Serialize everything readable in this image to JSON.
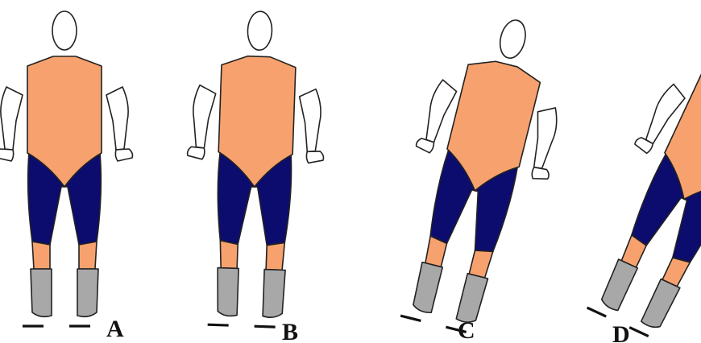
{
  "figure": {
    "colors": {
      "torso": "#F7A26E",
      "shorts": "#0C0C6E",
      "shin": "#F7A26E",
      "boot": "#A8A8A8",
      "head_arms": "#FFFFFF",
      "outline": "#222222",
      "blade": "#111111"
    },
    "postures": [
      {
        "label": "A",
        "lean_deg": 0
      },
      {
        "label": "B",
        "lean_deg": 2
      },
      {
        "label": "C",
        "lean_deg": 14
      },
      {
        "label": "D",
        "lean_deg": 25
      }
    ]
  }
}
